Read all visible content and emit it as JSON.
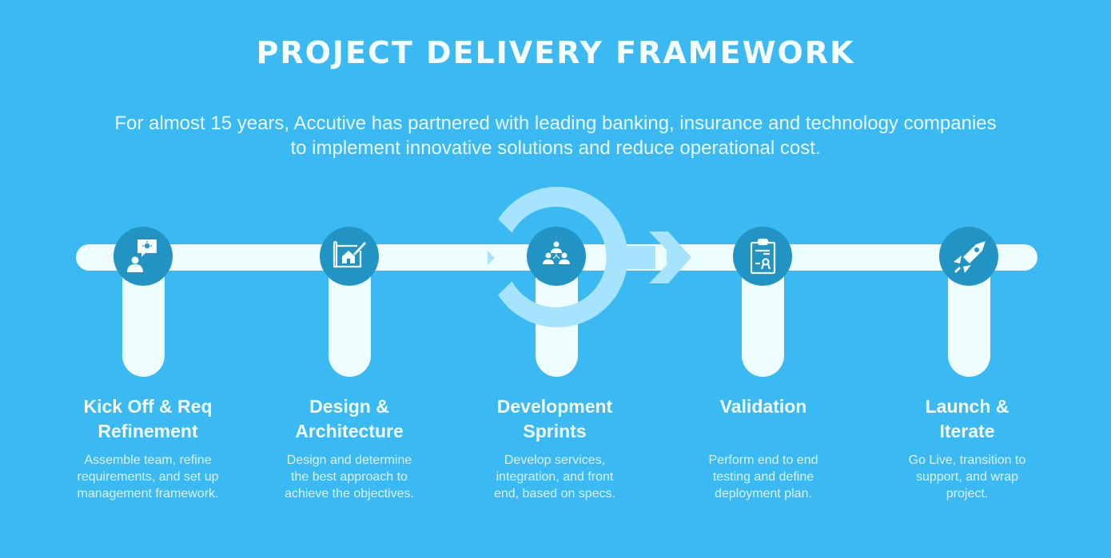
{
  "header": {
    "title": "PROJECT DELIVERY FRAMEWORK",
    "subtitle_lines": [
      "For almost 15 years, Accutive has partnered with leading banking, insurance and technology companies",
      "to implement innovative solutions and reduce operational cost."
    ]
  },
  "colors": {
    "background": "#3BB9F2",
    "track": "#EEFEFF",
    "node": "#2194C4",
    "cycle_ring": "#A5E3FE",
    "icon": "#F4FEFF"
  },
  "steps": [
    {
      "icon": "idea-speech-person-icon",
      "title_lines": [
        "Kick Off & Req",
        "Refinement"
      ],
      "desc_lines": [
        "Assemble team, refine",
        "requirements, and set up",
        "management framework."
      ]
    },
    {
      "icon": "blueprint-house-icon",
      "title_lines": [
        "Design &",
        "Architecture"
      ],
      "desc_lines": [
        "Design and determine",
        "the best approach to",
        "achieve the objectives."
      ]
    },
    {
      "icon": "team-hierarchy-icon",
      "title_lines": [
        "Development",
        "Sprints"
      ],
      "desc_lines": [
        "Develop services,",
        "integration, and front",
        "end, based on specs."
      ]
    },
    {
      "icon": "clipboard-certificate-icon",
      "title_lines": [
        "Validation",
        ""
      ],
      "desc_lines": [
        "Perform end to end",
        "testing and define",
        "deployment plan."
      ]
    },
    {
      "icon": "rocket-icon",
      "title_lines": [
        "Launch &",
        "Iterate"
      ],
      "desc_lines": [
        "Go Live, transition to",
        "support, and wrap",
        "project."
      ]
    }
  ]
}
